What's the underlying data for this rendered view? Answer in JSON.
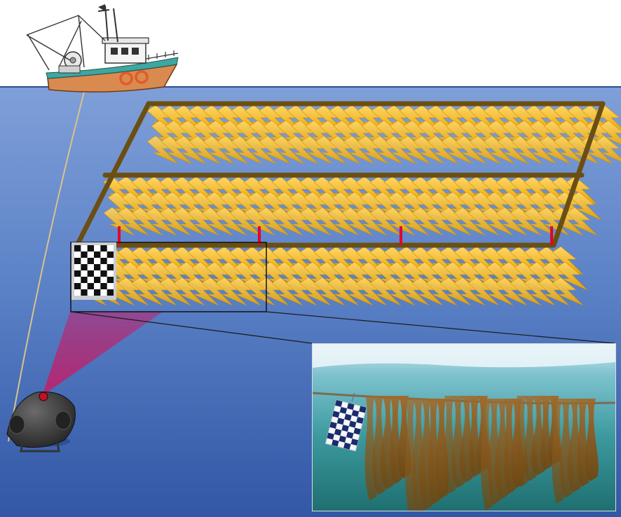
{
  "scene": {
    "colors": {
      "sky": "#ffffff",
      "water_top": "#7f9fd8",
      "water_bottom": "#3157a6",
      "frame": "#6b4f12",
      "kelp_light": "#ffd76a",
      "kelp_dark": "#e8a300",
      "marker": "#e4002b",
      "camera_fov": "#c0206b",
      "tether": "#d8c38a",
      "hull": "#d98a4e"
    },
    "objects": [
      {
        "id": "vessel",
        "label": "fishing-vessel"
      },
      {
        "id": "tether",
        "label": "rov-tether"
      },
      {
        "id": "rov",
        "label": "underwater-rov"
      },
      {
        "id": "frame",
        "label": "kelp-farm-frame"
      },
      {
        "id": "kelp_rows",
        "label": "kelp-rows",
        "count": 3
      },
      {
        "id": "markers",
        "label": "red-markers",
        "count": 4
      },
      {
        "id": "checkerboard",
        "label": "calibration-checkerboard"
      },
      {
        "id": "inset",
        "label": "underwater-photo-inset"
      }
    ]
  }
}
